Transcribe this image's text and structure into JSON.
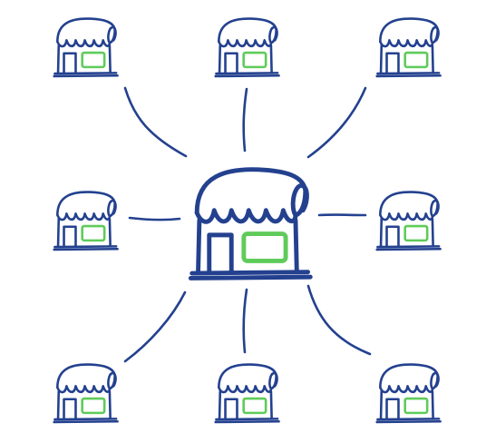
{
  "diagram": {
    "type": "hub-and-spoke",
    "hub": {
      "icon": "storefront-icon",
      "role": "central store"
    },
    "satellites": [
      {
        "icon": "storefront-icon"
      },
      {
        "icon": "storefront-icon"
      },
      {
        "icon": "storefront-icon"
      },
      {
        "icon": "storefront-icon"
      },
      {
        "icon": "storefront-icon"
      },
      {
        "icon": "storefront-icon"
      },
      {
        "icon": "storefront-icon"
      },
      {
        "icon": "storefront-icon"
      }
    ],
    "connection_count": 8
  },
  "colors": {
    "stroke": "#24418f",
    "window": "#5fcb5a",
    "background": "#ffffff"
  }
}
